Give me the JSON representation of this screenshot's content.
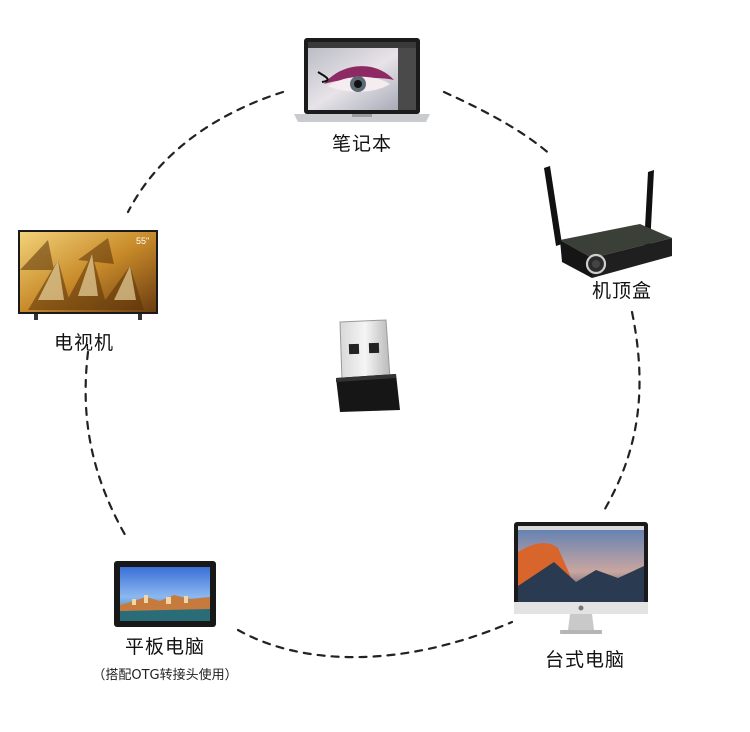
{
  "center": {
    "name": "USB wireless adapter"
  },
  "devices": {
    "laptop": {
      "label": "笔记本"
    },
    "set_top_box": {
      "label": "机顶盒"
    },
    "tv": {
      "label": "电视机",
      "screen_text": "55\""
    },
    "desktop": {
      "label": "台式电脑"
    },
    "tablet": {
      "label": "平板电脑",
      "note": "（搭配OTG转接头使用）"
    }
  },
  "colors": {
    "ring": "#222222",
    "device_body": "#1a1a1a",
    "accent_gold": "#d8a640"
  }
}
